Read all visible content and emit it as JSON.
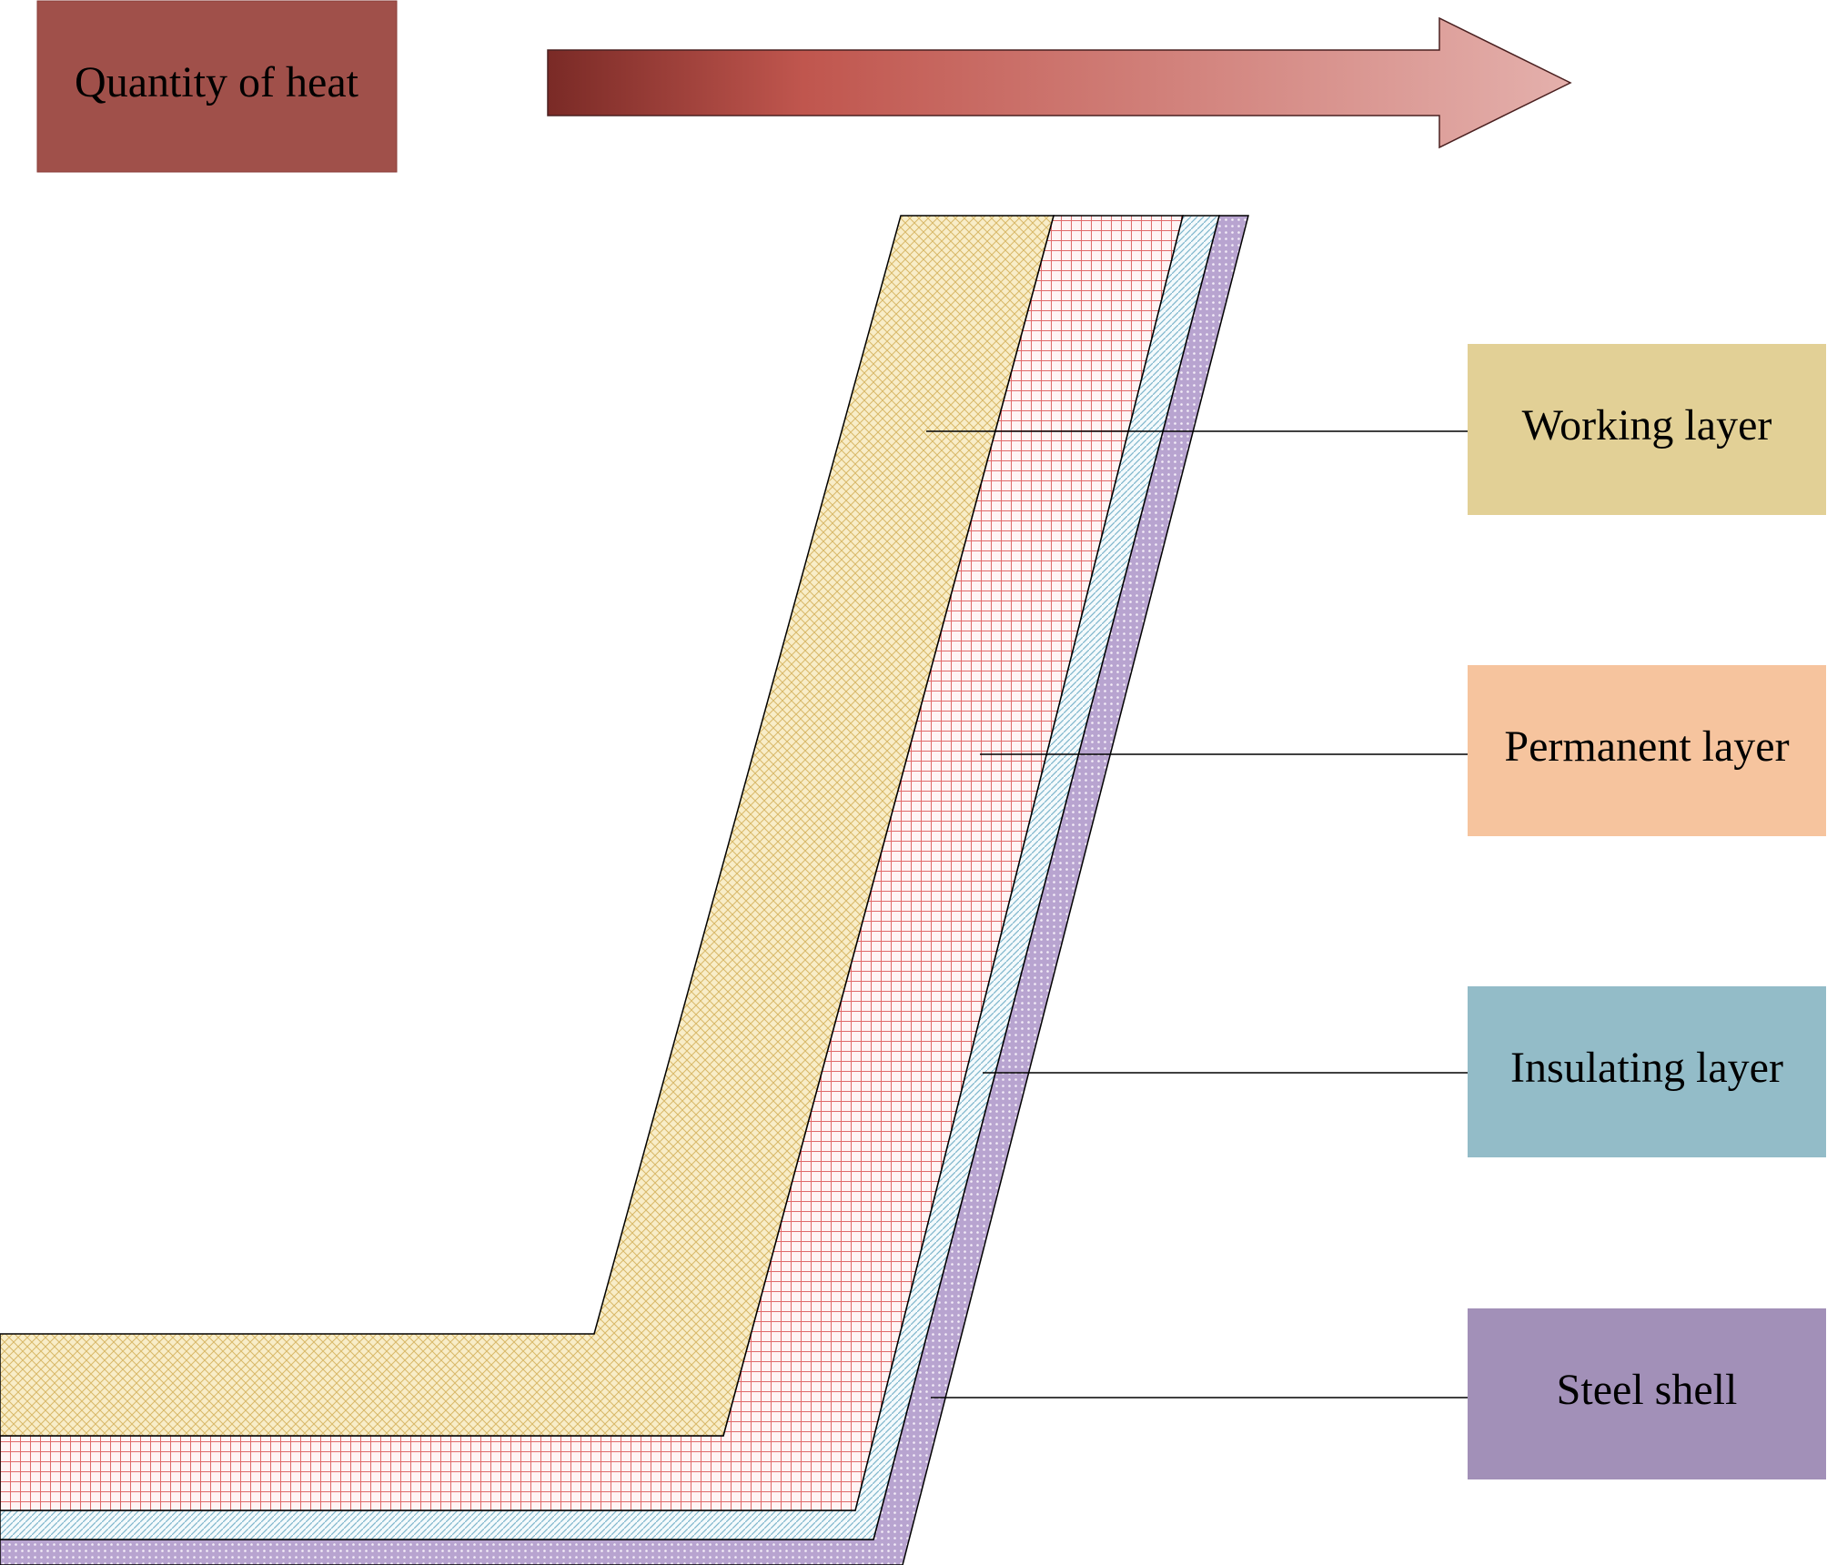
{
  "heat": {
    "label": "Quantity of heat",
    "box_color": "#A0504A",
    "arrow_colors": [
      "#7A2A26",
      "#C0564E",
      "#E4B0AC"
    ]
  },
  "layers": [
    {
      "id": "working",
      "label": "Working layer",
      "box_color": "#E2D096",
      "fill_color": "#F8EDC8",
      "pattern_color": "#D8B868"
    },
    {
      "id": "permanent",
      "label": "Permanent layer",
      "box_color": "#F6C49E",
      "fill_color": "#FFF4F4",
      "pattern_color": "#E06A6A"
    },
    {
      "id": "insulating",
      "label": "Insulating layer",
      "box_color": "#93BCC8",
      "fill_color": "#F4FAFC",
      "pattern_color": "#7FB6CC"
    },
    {
      "id": "steel",
      "label": "Steel shell",
      "box_color": "#A290B8",
      "fill_color": "#B8A4D0",
      "pattern_color": "#F4EEF8"
    }
  ]
}
